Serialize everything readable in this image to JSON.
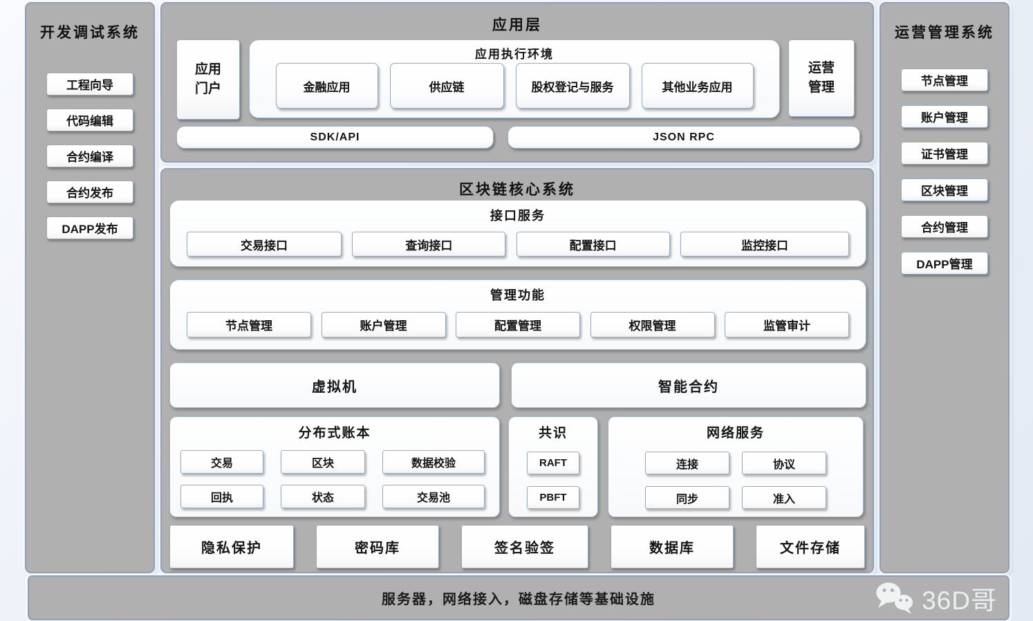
{
  "dev_panel": {
    "title": "开发调试系统",
    "items": [
      "工程向导",
      "代码编辑",
      "合约编译",
      "合约发布",
      "DAPP发布"
    ]
  },
  "app_layer": {
    "title": "应用层",
    "portal": "应用\n门户",
    "runtime_title": "应用执行环境",
    "runtime_apps": [
      "金融应用",
      "供应链",
      "股权登记与服务",
      "其他业务应用"
    ],
    "ops": "运营\n管理",
    "sdk_api": "SDK/API",
    "json_rpc": "JSON RPC"
  },
  "core": {
    "title": "区块链核心系统",
    "interface_title": "接口服务",
    "interface_items": [
      "交易接口",
      "查询接口",
      "配置接口",
      "监控接口"
    ],
    "mgmt_title": "管理功能",
    "mgmt_items": [
      "节点管理",
      "账户管理",
      "配置管理",
      "权限管理",
      "监管审计"
    ],
    "vm": "虚拟机",
    "smart_contract": "智能合约",
    "ledger_title": "分布式账本",
    "ledger_row1": [
      "交易",
      "区块",
      "数据校验"
    ],
    "ledger_row2": [
      "回执",
      "状态",
      "交易池"
    ],
    "consensus_title": "共识",
    "consensus_items": [
      "RAFT",
      "PBFT"
    ],
    "network_title": "网络服务",
    "network_row1": [
      "连接",
      "协议"
    ],
    "network_row2": [
      "同步",
      "准入"
    ],
    "base_items": [
      "隐私保护",
      "密码库",
      "签名验签",
      "数据库",
      "文件存储"
    ]
  },
  "ops_panel": {
    "title": "运营管理系统",
    "items": [
      "节点管理",
      "账户管理",
      "证书管理",
      "区块管理",
      "合约管理",
      "DAPP管理"
    ]
  },
  "infra": {
    "label": "服务器，网络接入，磁盘存储等基础设施",
    "watermark": "36D哥"
  },
  "colors": {
    "panel_gray": "#b0b0b0",
    "panel_border": "#8d9fba",
    "box_border": "#96aac4",
    "text": "#141414",
    "watermark_text": "#eceff1"
  }
}
